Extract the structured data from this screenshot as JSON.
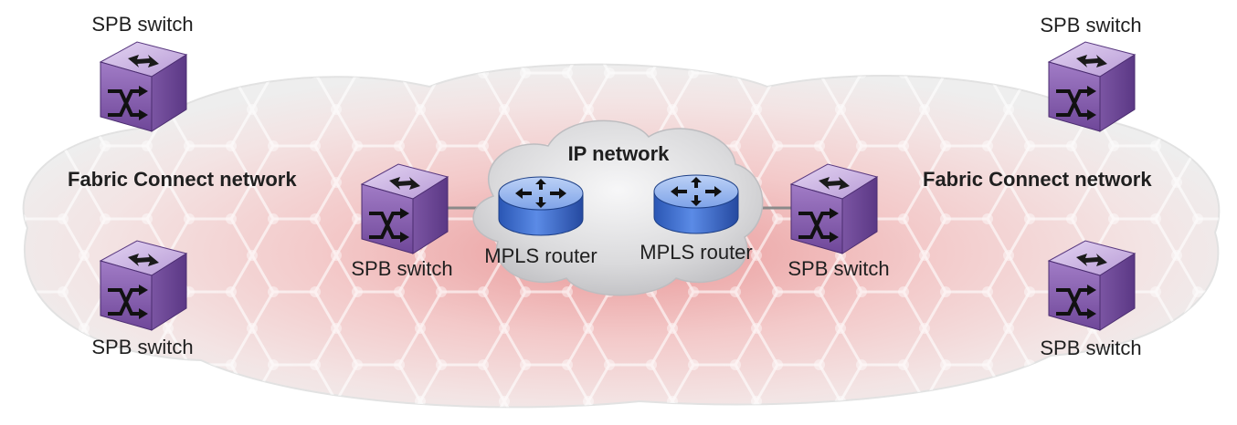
{
  "fabric_left": {
    "label": "Fabric Connect network"
  },
  "fabric_right": {
    "label": "Fabric Connect network"
  },
  "ip_cloud": {
    "label": "IP network"
  },
  "switches": {
    "top_left": {
      "label": "SPB switch"
    },
    "bottom_left": {
      "label": "SPB switch"
    },
    "inner_left": {
      "label": "SPB switch"
    },
    "inner_right": {
      "label": "SPB switch"
    },
    "top_right": {
      "label": "SPB switch"
    },
    "bottom_right": {
      "label": "SPB switch"
    }
  },
  "routers": {
    "left": {
      "label": "MPLS router"
    },
    "right": {
      "label": "MPLS router"
    }
  },
  "colors": {
    "fabric_cloud": "#f2d4d4",
    "fabric_core": "#e89a9a",
    "switch_purple": "#8a62b0",
    "router_blue": "#3d6fd2",
    "ip_cloud": "#d6d6d8"
  },
  "icons": {
    "switch": "spb-switch-cube-icon",
    "router": "mpls-router-cylinder-icon",
    "cloud": "network-cloud-icon"
  }
}
